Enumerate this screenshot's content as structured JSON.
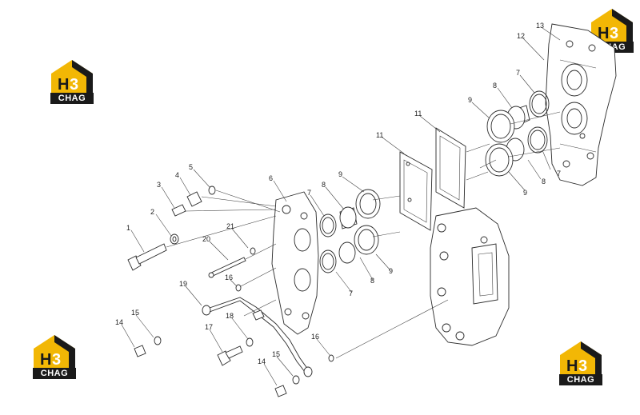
{
  "colors": {
    "brand_yellow": "#f2b705",
    "brand_dark": "#1a1a1a",
    "line": "#2b2b2b"
  },
  "watermark": {
    "icon": "h3-house-logo-icon",
    "caption": "CHAG"
  },
  "callouts": [
    "1",
    "2",
    "3",
    "4",
    "5",
    "6",
    "7",
    "7",
    "7",
    "7",
    "8",
    "8",
    "8",
    "8",
    "9",
    "9",
    "9",
    "9",
    "11",
    "11",
    "12",
    "13",
    "14",
    "14",
    "15",
    "15",
    "16",
    "16",
    "17",
    "18",
    "19",
    "20",
    "21"
  ]
}
